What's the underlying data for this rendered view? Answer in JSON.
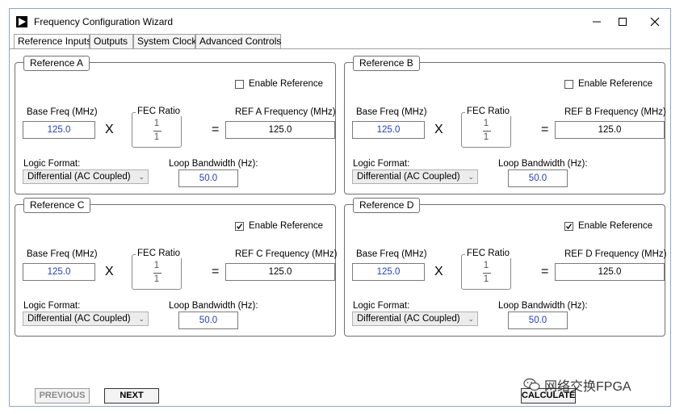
{
  "window": {
    "title": "Frequency Configuration Wizard"
  },
  "tabs": [
    {
      "label": "Reference Inputs",
      "active": true
    },
    {
      "label": "Outputs",
      "active": false
    },
    {
      "label": "System Clock",
      "active": false
    },
    {
      "label": "Advanced Controls",
      "active": false
    }
  ],
  "labels": {
    "enable_reference": "Enable Reference",
    "base_freq": "Base Freq (MHz)",
    "fec_ratio": "FEC Ratio",
    "logic_format": "Logic Format:",
    "loop_bandwidth": "Loop Bandwidth (Hz):",
    "times": "X",
    "equals": "="
  },
  "references": [
    {
      "title": "Reference A",
      "enabled": false,
      "base_freq": "125.0",
      "fec_num": "1",
      "fec_den": "1",
      "ref_freq_label": "REF A Frequency (MHz)",
      "ref_freq": "125.0",
      "logic_format": "Differential (AC Coupled)",
      "loop_bw": "50.0"
    },
    {
      "title": "Reference B",
      "enabled": false,
      "base_freq": "125.0",
      "fec_num": "1",
      "fec_den": "1",
      "ref_freq_label": "REF B Frequency (MHz)",
      "ref_freq": "125.0",
      "logic_format": "Differential (AC Coupled)",
      "loop_bw": "50.0"
    },
    {
      "title": "Reference C",
      "enabled": true,
      "base_freq": "125.0",
      "fec_num": "1",
      "fec_den": "1",
      "ref_freq_label": "REF C Frequency (MHz)",
      "ref_freq": "125.0",
      "logic_format": "Differential (AC Coupled)",
      "loop_bw": "50.0"
    },
    {
      "title": "Reference D",
      "enabled": true,
      "base_freq": "125.0",
      "fec_num": "1",
      "fec_den": "1",
      "ref_freq_label": "REF D Frequency (MHz)",
      "ref_freq": "125.0",
      "logic_format": "Differential (AC Coupled)",
      "loop_bw": "50.0"
    }
  ],
  "footer": {
    "previous": "PREVIOUS",
    "next": "NEXT",
    "calculate": "CALCULATE"
  },
  "watermark": {
    "text": "网络交换FPGA"
  },
  "icons": {
    "app": "play-triangle-icon",
    "minimize": "minimize-icon",
    "maximize": "maximize-icon",
    "close": "close-icon",
    "watermark": "wechat-icon"
  },
  "colors": {
    "value_text": "#1f3fbf",
    "border": "#707070"
  }
}
